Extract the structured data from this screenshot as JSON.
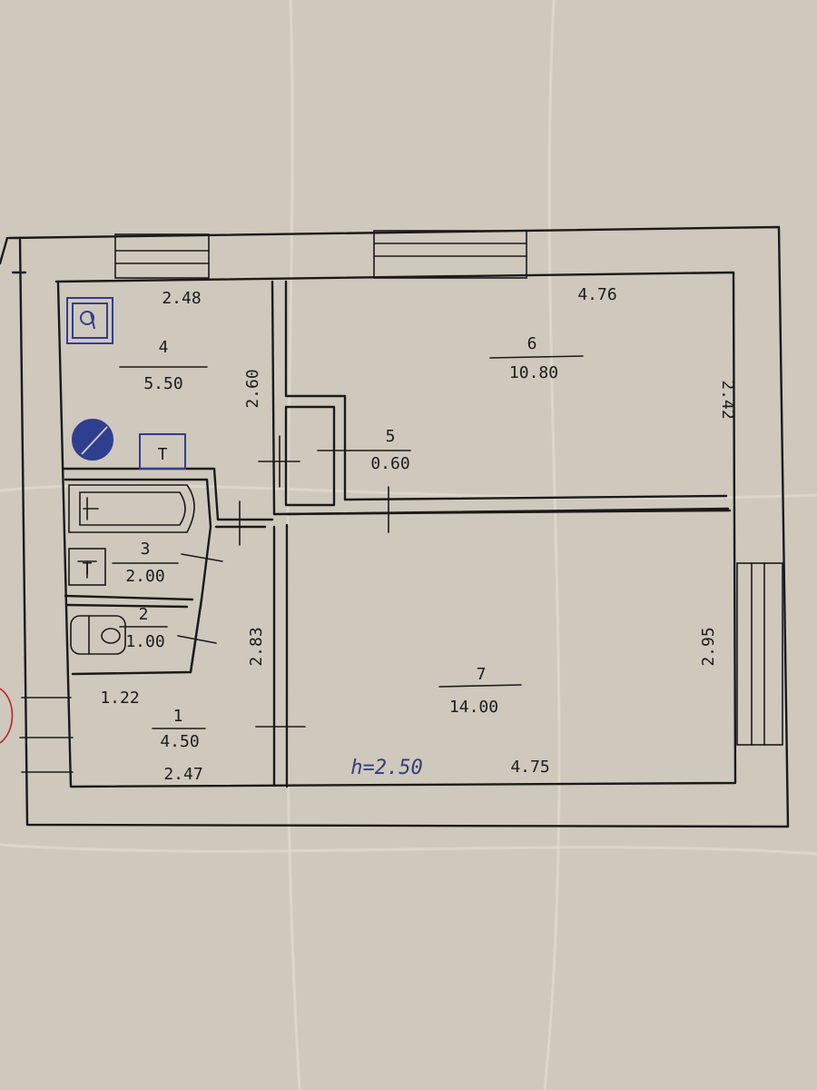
{
  "rooms": [
    {
      "number": "1",
      "area": "4.50"
    },
    {
      "number": "2",
      "area": "1.00"
    },
    {
      "number": "3",
      "area": "2.00"
    },
    {
      "number": "4",
      "area": "5.50"
    },
    {
      "number": "5",
      "area": "0.60"
    },
    {
      "number": "6",
      "area": "10.80"
    },
    {
      "number": "7",
      "area": "14.00"
    }
  ],
  "dimensions": {
    "room4_width": "2.48",
    "room4_length": "2.60",
    "room6_width": "4.76",
    "room6_length": "2.42",
    "corridor_length": "2.83",
    "room1_width": "2.47",
    "wc_width": "1.22",
    "room7_width": "4.75",
    "room7_length": "2.95"
  },
  "ceiling_height": "h=2.50",
  "fixture_labels": {
    "water_heater": "T",
    "bath_tap": "T"
  },
  "colors": {
    "paper": "#cfc8bd",
    "ink": "#1a1a1a",
    "pen_blue": "#2f3f8f",
    "stamp_red": "#b8232a"
  }
}
